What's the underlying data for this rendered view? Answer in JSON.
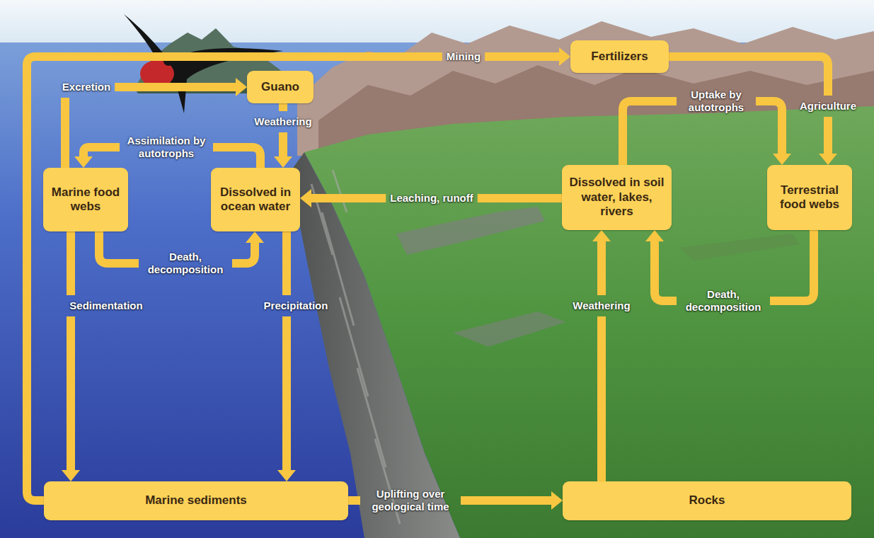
{
  "diagram": {
    "nodes": [
      {
        "text": [
          "Guano"
        ]
      },
      {
        "text": [
          "Fertilizers"
        ]
      },
      {
        "text": [
          "Marine food webs"
        ]
      },
      {
        "text": [
          "Dissolved in ocean water"
        ]
      },
      {
        "text": [
          "Dissolved in soil water, lakes, rivers"
        ]
      },
      {
        "text": [
          "Terrestrial food webs"
        ]
      },
      {
        "text": [
          "Marine sediments"
        ]
      },
      {
        "text": [
          "Rocks"
        ]
      }
    ],
    "edges": [
      {
        "from": 6,
        "to": 1,
        "arrow": "to",
        "label": "Mining"
      },
      {
        "from": 2,
        "to": 0,
        "arrow": "to",
        "label": "Excretion"
      },
      {
        "from": 0,
        "to": 3,
        "arrow": "to",
        "label": "Weathering"
      },
      {
        "from": 3,
        "to": 2,
        "arrow": "to",
        "label": "Assimilation by autotrophs"
      },
      {
        "from": 2,
        "to": 3,
        "arrow": "to",
        "label": "Death, decomposition"
      },
      {
        "from": 2,
        "to": 6,
        "arrow": "to",
        "label": "Sedimentation"
      },
      {
        "from": 3,
        "to": 6,
        "arrow": "to",
        "label": "Precipitation"
      },
      {
        "from": 4,
        "to": 3,
        "arrow": "to",
        "label": "Leaching, runoff"
      },
      {
        "from": 4,
        "to": 5,
        "arrow": "to",
        "label": "Uptake by autotrophs"
      },
      {
        "from": 1,
        "to": 5,
        "arrow": "to",
        "label": "Agriculture"
      },
      {
        "from": 5,
        "to": 4,
        "arrow": "to",
        "label": "Death, decomposition"
      },
      {
        "from": 6,
        "to": 7,
        "arrow": "to",
        "label": "Uplifting over geological time"
      },
      {
        "from": 7,
        "to": 4,
        "arrow": "to",
        "label": "Weathering"
      }
    ]
  }
}
